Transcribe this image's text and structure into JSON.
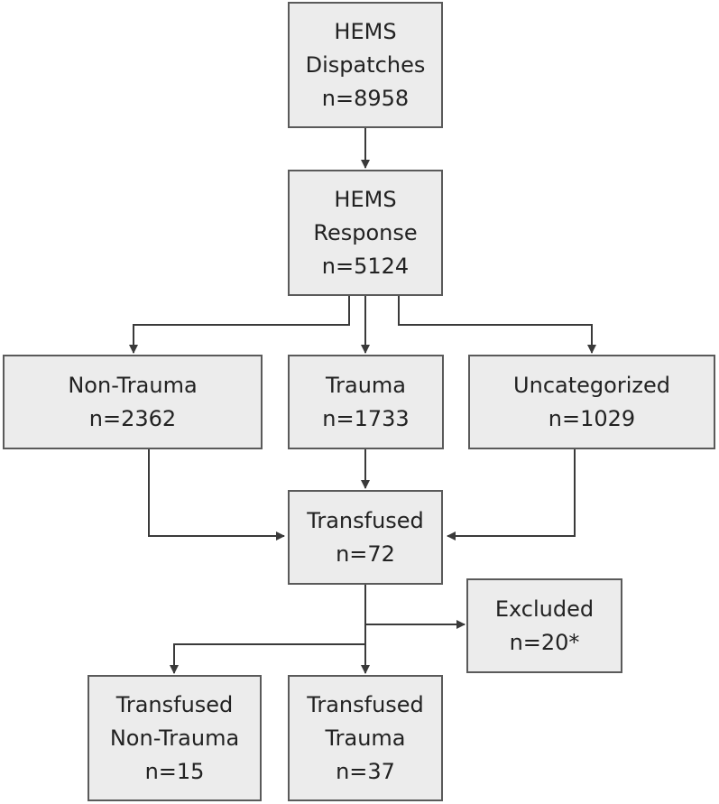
{
  "colors": {
    "box_fill": "#ececec",
    "box_border": "#5a5a5a",
    "connector": "#3a3a3a",
    "text": "#222222"
  },
  "nodes": {
    "dispatches": {
      "line1": "HEMS",
      "line2": "Dispatches",
      "line3": "n=8958"
    },
    "response": {
      "line1": "HEMS",
      "line2": "Response",
      "line3": "n=5124"
    },
    "non_trauma": {
      "line1": "Non-Trauma",
      "line2": "n=2362"
    },
    "trauma": {
      "line1": "Trauma",
      "line2": "n=1733"
    },
    "uncategorized": {
      "line1": "Uncategorized",
      "line2": "n=1029"
    },
    "transfused": {
      "line1": "Transfused",
      "line2": "n=72"
    },
    "excluded": {
      "line1": "Excluded",
      "line2": "n=20*"
    },
    "transfused_non_trauma": {
      "line1": "Transfused",
      "line2": "Non-Trauma",
      "line3": "n=15"
    },
    "transfused_trauma": {
      "line1": "Transfused",
      "line2": "Trauma",
      "line3": "n=37"
    }
  }
}
